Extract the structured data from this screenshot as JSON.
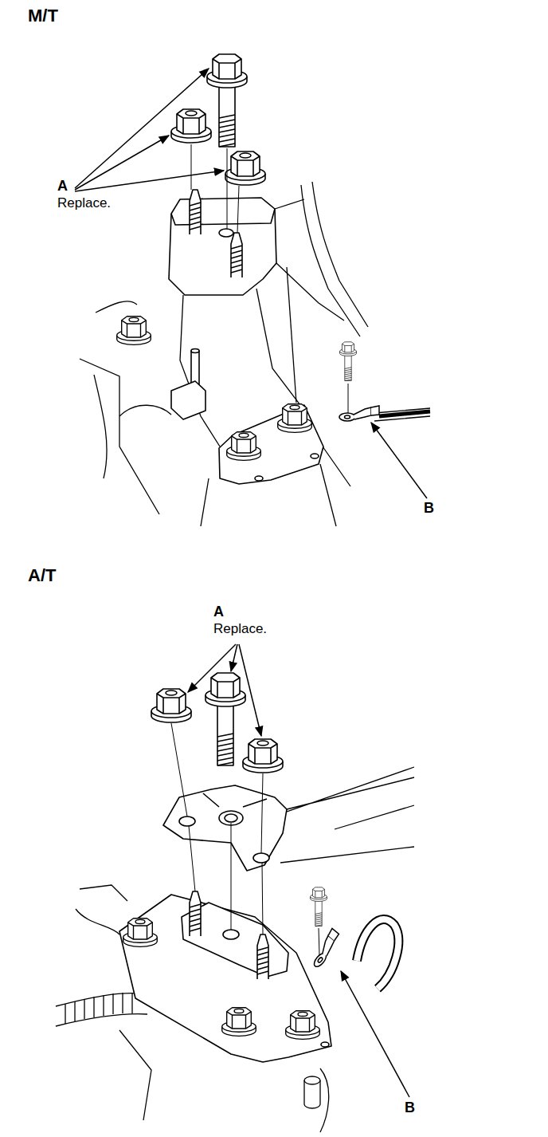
{
  "diagram": {
    "labels": [
      "M/T",
      "A",
      "Replace.",
      "B",
      "A/T",
      "A",
      "Replace.",
      "B"
    ]
  }
}
